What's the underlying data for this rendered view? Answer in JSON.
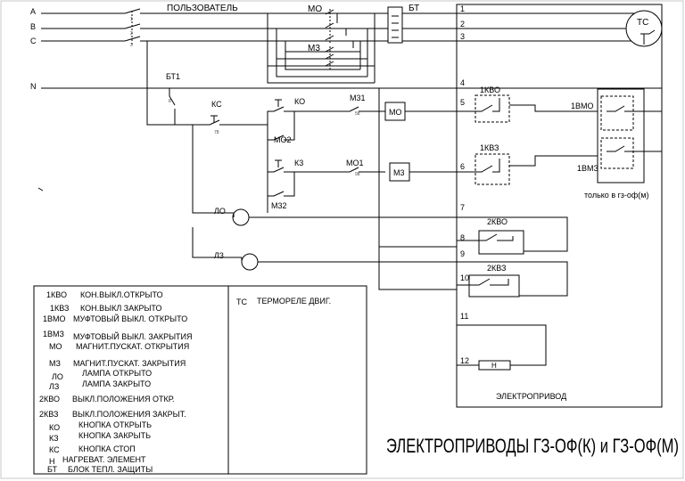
{
  "phases": [
    "A",
    "B",
    "C",
    "N"
  ],
  "labels": {
    "user": "ПОЛЬЗОВАТЕЛЬ",
    "mo_top": "МО",
    "bt_top": "БТ",
    "m3_top": "М3",
    "bt1": "БТ1",
    "ks": "КС",
    "ko": "КО",
    "mo2": "МО2",
    "m31": "М31",
    "mo_coil": "МО",
    "k3": "К3",
    "mo1": "МО1",
    "m3_coil": "М3",
    "m32": "М32",
    "lo": "ЛО",
    "l3": "Л3",
    "tc": "ТС",
    "kvo1": "1КВО",
    "kv31": "1КВЗ",
    "vmo1": "1ВМО",
    "vm31": "1ВМЗ",
    "only_gz": "только в гз-оф(м)",
    "kvo2": "2КВО",
    "kv32": "2КВЗ",
    "heater": "Н",
    "drive": "ЭЛЕКТРОПРИВОД"
  },
  "terminals": [
    "1",
    "2",
    "3",
    "4",
    "5",
    "6",
    "7",
    "8",
    "9",
    "10",
    "11",
    "12"
  ],
  "small_marks": {
    "one": "1",
    "two": "2",
    "three": "3",
    "mark_a": "8",
    "mark_b": "78",
    "mark_c": "58",
    "mark_d": "98",
    "mark_e": "68"
  },
  "title": "ЭЛЕКТРОПРИВОДЫ ГЗ-ОФ(К) и ГЗ-ОФ(М)",
  "legend": [
    {
      "code": "1КВО",
      "text": "КОН.ВЫКЛ.ОТКРЫТО"
    },
    {
      "code": "1КВЗ",
      "text": "КОН.ВЫКЛ ЗАКРЫТО"
    },
    {
      "code": "1ВМО",
      "text": "МУФТОВЫЙ ВЫКЛ. ОТКРЫТО"
    },
    {
      "code": "1ВМЗ",
      "text": "МУФТОВЫЙ ВЫКЛ. ЗАКРЫТИЯ"
    },
    {
      "code": "МО",
      "text": "МАГНИТ.ПУСКАТ. ОТКРЫТИЯ"
    },
    {
      "code": "МЗ",
      "text": "МАГНИТ.ПУСКАТ. ЗАКРЫТИЯ"
    },
    {
      "code": "ЛО",
      "text": "ЛАМПА ОТКРЫТО"
    },
    {
      "code": "ЛЗ",
      "text": "ЛАМПА ЗАКРЫТО"
    },
    {
      "code": "2КВО",
      "text": "ВЫКЛ.ПОЛОЖЕНИЯ ОТКР."
    },
    {
      "code": "2КВЗ",
      "text": "ВЫКЛ.ПОЛОЖЕНИЯ ЗАКРЫТ."
    },
    {
      "code": "КО",
      "text": "КНОПКА ОТКРЫТЬ"
    },
    {
      "code": "КЗ",
      "text": "КНОПКА ЗАКРЫТЬ"
    },
    {
      "code": "КС",
      "text": "КНОПКА СТОП"
    },
    {
      "code": "Н",
      "text": "НАГРЕВАТ. ЭЛЕМЕНТ"
    },
    {
      "code": "БТ",
      "text": "БЛОК ТЕПЛ. ЗАЩИТЫ"
    }
  ],
  "legend_right": {
    "code": "ТС",
    "text": "ТЕРМОРЕЛЕ ДВИГ."
  }
}
